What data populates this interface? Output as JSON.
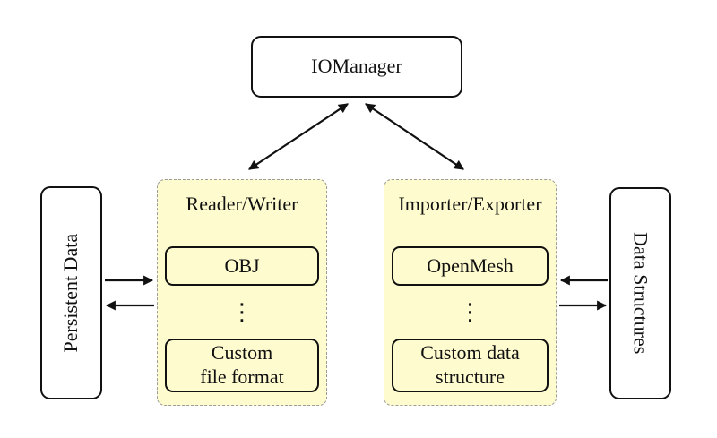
{
  "diagram": {
    "iomanager": {
      "label": "IOManager"
    },
    "persistent_data": {
      "label": "Persistent Data"
    },
    "data_structures": {
      "label": "Data Structures"
    },
    "reader_writer": {
      "title": "Reader/Writer",
      "ellipsis": "⋮",
      "items": [
        {
          "lines": [
            "OBJ",
            ""
          ]
        },
        {
          "lines": [
            "Custom",
            "file format"
          ]
        }
      ]
    },
    "importer_exporter": {
      "title": "Importer/Exporter",
      "ellipsis": "⋮",
      "items": [
        {
          "lines": [
            "OpenMesh",
            ""
          ]
        },
        {
          "lines": [
            "Custom data",
            "structure"
          ]
        }
      ]
    },
    "edges": [
      {
        "from": "IOManager",
        "to": "Reader/Writer",
        "bidirectional": true
      },
      {
        "from": "IOManager",
        "to": "Importer/Exporter",
        "bidirectional": true
      },
      {
        "from": "Persistent Data",
        "to": "Reader/Writer",
        "bidirectional": false
      },
      {
        "from": "Reader/Writer",
        "to": "Persistent Data",
        "bidirectional": false
      },
      {
        "from": "Data Structures",
        "to": "Importer/Exporter",
        "bidirectional": false
      },
      {
        "from": "Importer/Exporter",
        "to": "Data Structures",
        "bidirectional": false
      }
    ],
    "colors": {
      "group_fill": "#FEFBCE",
      "group_border": "#9b9b9b",
      "node_border": "#111111",
      "node_fill": "#ffffff",
      "arrow": "#111111",
      "text": "#111111",
      "background": "#ffffff"
    }
  }
}
